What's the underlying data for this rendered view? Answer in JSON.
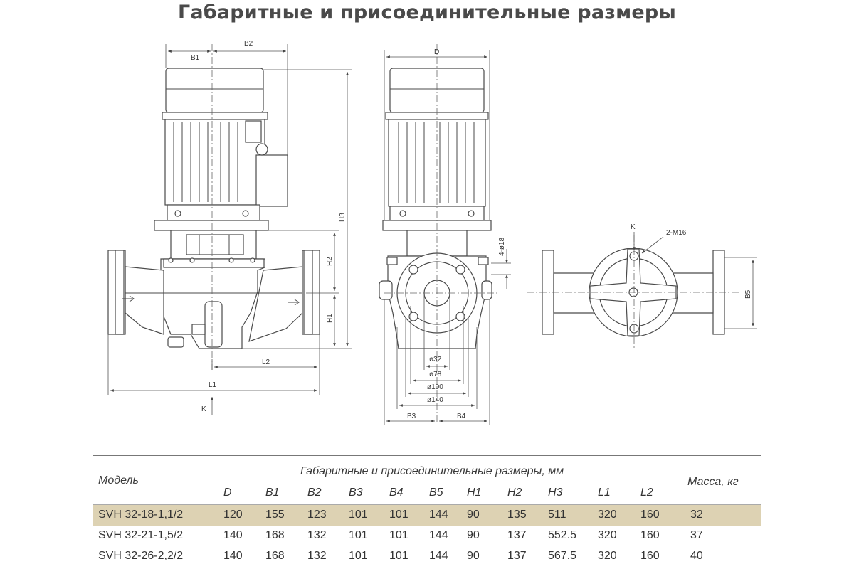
{
  "title": "Габаритные и присоединительные размеры",
  "drawing_labels": {
    "B1": "B1",
    "B2": "B2",
    "D": "D",
    "H1": "H1",
    "H2": "H2",
    "H3": "H3",
    "L1": "L1",
    "L2": "L2",
    "K_side": "K",
    "K_plan": "K",
    "bolts": "4-ø18",
    "d32": "ø32",
    "d78": "ø78",
    "d100": "ø100",
    "d140": "ø140",
    "B3": "B3",
    "B4": "B4",
    "B5": "B5",
    "M16": "2-M16"
  },
  "table": {
    "model_header": "Модель",
    "group_header": "Габаритные и присоединительные размеры, мм",
    "mass_header": "Масса, кг",
    "columns": [
      "D",
      "B1",
      "B2",
      "B3",
      "B4",
      "B5",
      "H1",
      "H2",
      "H3",
      "L1",
      "L2"
    ],
    "highlight_color": "#ddd2b3",
    "rows": [
      {
        "model": "SVH 32-18-1,1/2",
        "values": [
          "120",
          "155",
          "123",
          "101",
          "101",
          "144",
          "90",
          "135",
          "511",
          "320",
          "160"
        ],
        "mass": "32"
      },
      {
        "model": "SVH 32-21-1,5/2",
        "values": [
          "140",
          "168",
          "132",
          "101",
          "101",
          "144",
          "90",
          "137",
          "552.5",
          "320",
          "160"
        ],
        "mass": "37"
      },
      {
        "model": "SVH 32-26-2,2/2",
        "values": [
          "140",
          "168",
          "132",
          "101",
          "101",
          "144",
          "90",
          "137",
          "567.5",
          "320",
          "160"
        ],
        "mass": "40"
      }
    ]
  }
}
